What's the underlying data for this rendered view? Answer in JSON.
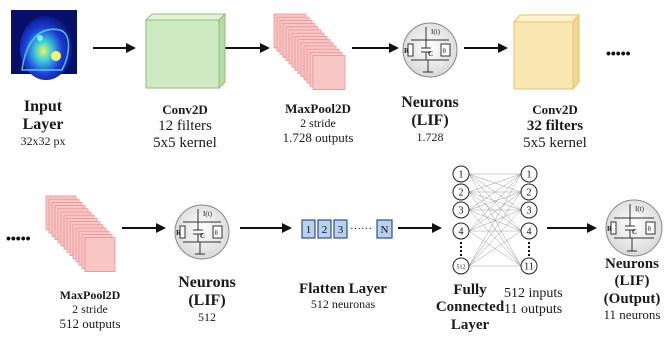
{
  "labels": {
    "input": {
      "title_line1": "Input",
      "title_line2": "Layer",
      "detail": "32x32 px"
    },
    "conv1": {
      "title": "Conv2D",
      "detail1": "12 filters",
      "detail2": "5x5 kernel"
    },
    "pool1": {
      "title": "MaxPool2D",
      "detail1": "2 stride",
      "detail2": "1.728 outputs"
    },
    "neurons1": {
      "title_line1": "Neurons",
      "title_line2": "(LIF)",
      "detail": "1.728"
    },
    "conv2": {
      "title": "Conv2D",
      "detail1": "32 filters",
      "detail2": "5x5 kernel"
    },
    "pool2": {
      "title": "MaxPool2D",
      "detail1": "2 stride",
      "detail2": "512 outputs"
    },
    "neurons2": {
      "title_line1": "Neurons",
      "title_line2": "(LIF)",
      "detail": "512"
    },
    "flatten": {
      "title": "Flatten Layer",
      "detail": "512 neuronas"
    },
    "fc": {
      "title_line1": "Fully",
      "title_line2": "Connected",
      "title_line3": "Layer",
      "detail1": "512 inputs",
      "detail2": "11 outputs"
    },
    "neurons3": {
      "title_line1": "Neurons",
      "title_line2": "(LIF)",
      "title_line3": "(Output)",
      "detail": "11 neurons"
    }
  },
  "continuation": "•••••",
  "circuit_symbols": {
    "current": "I(t)",
    "resistor": "R",
    "capacitor": "C",
    "threshold": "θ"
  },
  "flatten_cells": [
    "1",
    "2",
    "3",
    "N"
  ],
  "flatten_dots": "······",
  "fc_left_nodes": [
    "1",
    "2",
    "3",
    "4",
    "512"
  ],
  "fc_right_nodes": [
    "1",
    "2",
    "3",
    "4",
    "11"
  ],
  "colors": {
    "conv1": "#cfe9c2",
    "conv1_edge": "#8fbf7a",
    "pool": "#f9c6c6",
    "pool_edge": "#e69595",
    "conv2": "#fbe7b1",
    "conv2_edge": "#e2c46a",
    "flatten": "#b9d1ee",
    "flatten_edge": "#2e4f86",
    "arrow": "#111111"
  }
}
